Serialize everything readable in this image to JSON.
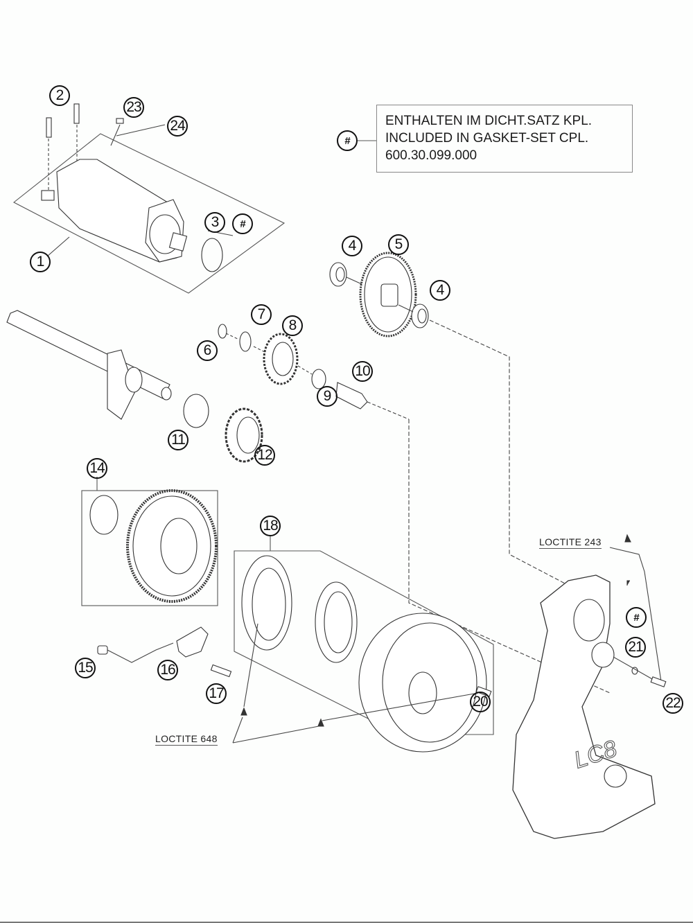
{
  "diagram": {
    "title": "Electric starter exploded parts diagram",
    "note": {
      "marker": "#",
      "lines": [
        "ENTHALTEN IM DICHT.SATZ KPL.",
        "INCLUDED IN GASKET-SET CPL.",
        "600.30.099.000"
      ]
    },
    "callouts": {
      "c1": "1",
      "c2": "2",
      "c3": "3",
      "c3hash": "#",
      "c4a": "4",
      "c4b": "4",
      "c5": "5",
      "c6": "6",
      "c7": "7",
      "c8": "8",
      "c9": "9",
      "c10": "10",
      "c11": "11",
      "c12": "12",
      "c14": "14",
      "c15": "15",
      "c16": "16",
      "c17": "17",
      "c18": "18",
      "c20": "20",
      "c21": "21",
      "c21hash": "#",
      "c22": "22",
      "c23": "23",
      "c24": "24"
    },
    "loctite_labels": {
      "l243": "LOCTITE 243",
      "l648": "LOCTITE 648"
    },
    "cover_logo": "LC8",
    "colors": {
      "ink": "#111111",
      "line": "#444444",
      "box": "#888888",
      "background": "#fdfefd"
    }
  }
}
